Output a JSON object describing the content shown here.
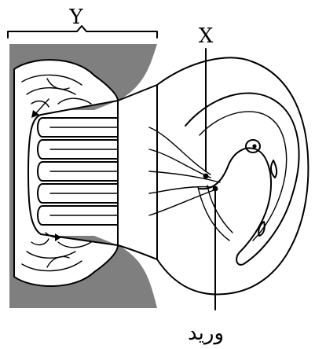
{
  "labels": {
    "y": "Y",
    "x": "X",
    "vein": "وريد"
  },
  "colors": {
    "tissue": "#7f7f7f",
    "line": "#000000",
    "background": "#ffffff"
  }
}
